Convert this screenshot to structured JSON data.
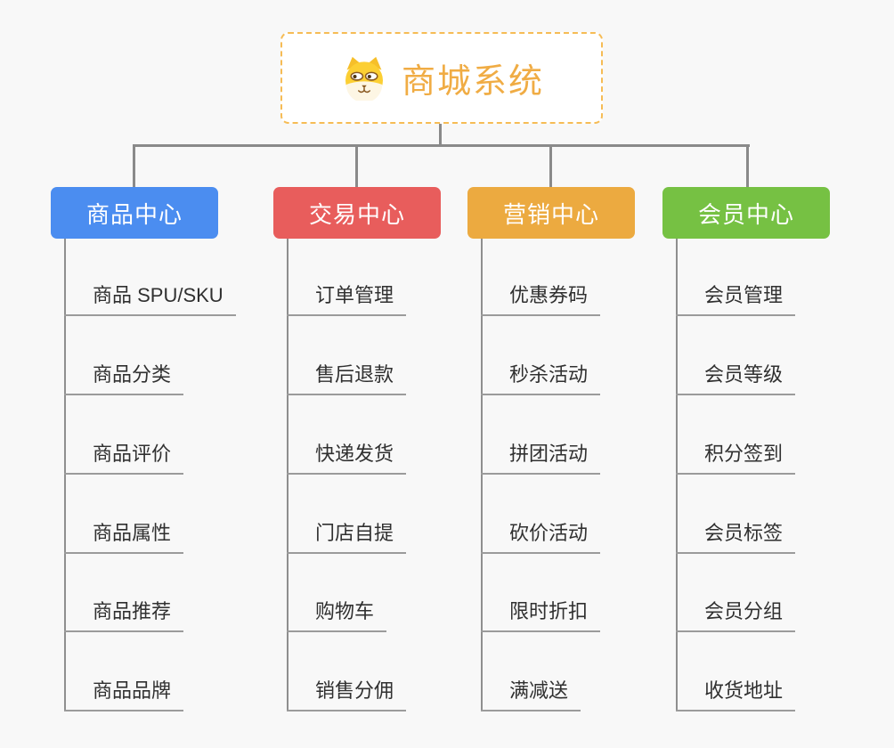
{
  "root": {
    "title": "商城系统",
    "icon": "dog-face-icon"
  },
  "palette": {
    "root_accent": "#f0ac44",
    "root_border": "#f6bc55",
    "connector_gray": "#8a8a8a",
    "underline_gray": "#9b9b9b",
    "leaf_text": "#303030",
    "background": "#f8f8f8"
  },
  "branches": [
    {
      "label": "商品中心",
      "color": "#4b8df0",
      "items": [
        "商品 SPU/SKU",
        "商品分类",
        "商品评价",
        "商品属性",
        "商品推荐",
        "商品品牌"
      ]
    },
    {
      "label": "交易中心",
      "color": "#e85d5c",
      "items": [
        "订单管理",
        "售后退款",
        "快递发货",
        "门店自提",
        "购物车",
        "销售分佣"
      ]
    },
    {
      "label": "营销中心",
      "color": "#ecaa40",
      "items": [
        "优惠券码",
        "秒杀活动",
        "拼团活动",
        "砍价活动",
        "限时折扣",
        "满减送"
      ]
    },
    {
      "label": "会员中心",
      "color": "#76c143",
      "items": [
        "会员管理",
        "会员等级",
        "积分签到",
        "会员标签",
        "会员分组",
        "收货地址"
      ]
    }
  ]
}
